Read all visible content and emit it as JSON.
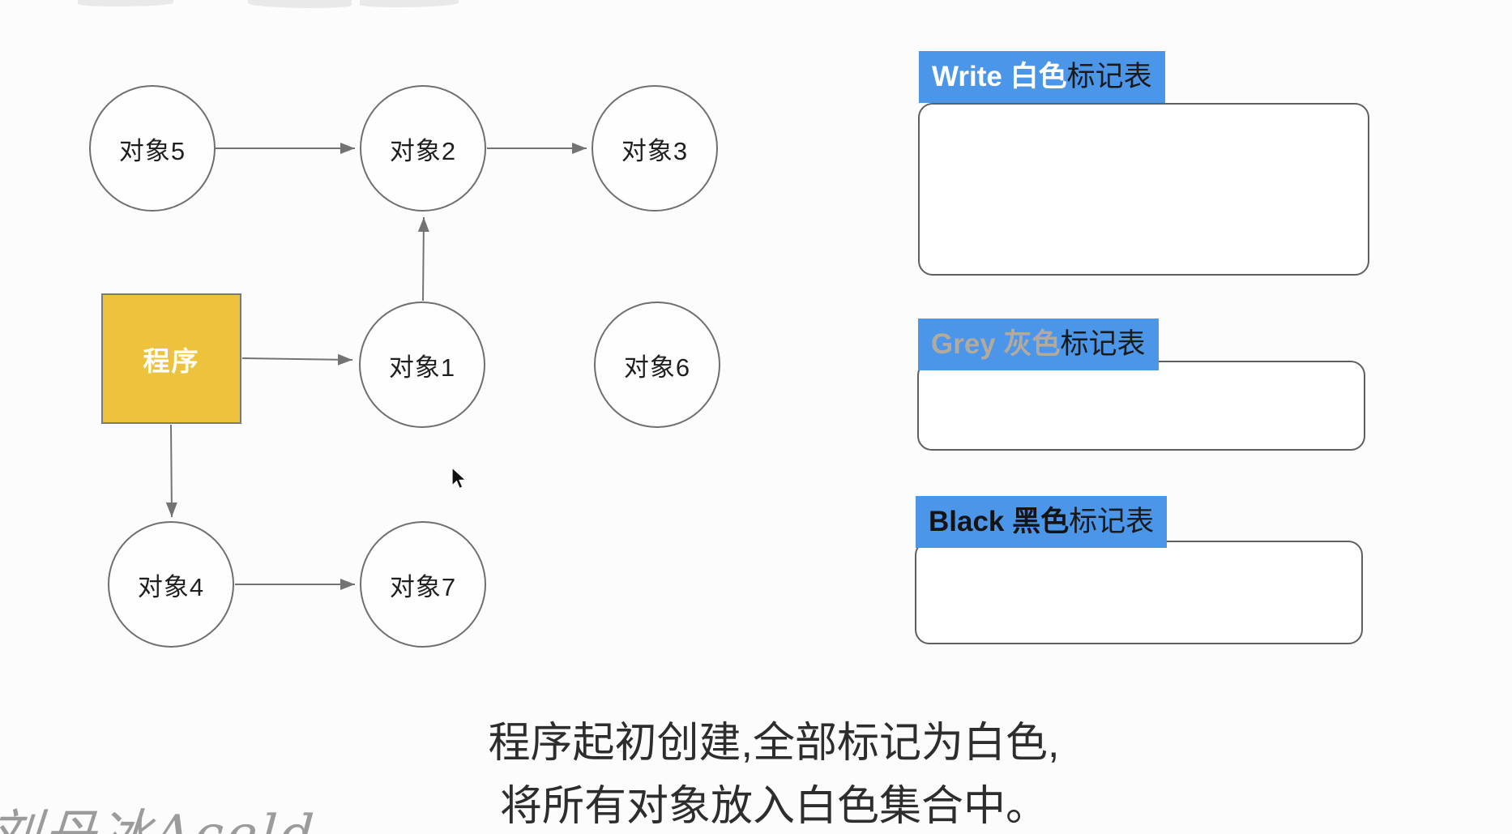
{
  "diagram": {
    "program_node": {
      "label": "程序"
    },
    "nodes": [
      {
        "id": "obj5",
        "label": "对象5"
      },
      {
        "id": "obj2",
        "label": "对象2"
      },
      {
        "id": "obj3",
        "label": "对象3"
      },
      {
        "id": "obj1",
        "label": "对象1"
      },
      {
        "id": "obj6",
        "label": "对象6"
      },
      {
        "id": "obj4",
        "label": "对象4"
      },
      {
        "id": "obj7",
        "label": "对象7"
      }
    ]
  },
  "tables": [
    {
      "name": "white-mark-table",
      "en": "Write 白色",
      "suffix": "标记表"
    },
    {
      "name": "grey-mark-table",
      "en": "Grey 灰色",
      "suffix": "标记表"
    },
    {
      "name": "black-mark-table",
      "en": "Black 黑色",
      "suffix": "标记表"
    }
  ],
  "caption": {
    "line1": "程序起初创建,全部标记为白色,",
    "line2": "将所有对象放入白色集合中。"
  },
  "watermark": {
    "text": "刘丹冰Aceld"
  },
  "colors": {
    "label_blue": "#4b96e8",
    "program_yellow": "#edc23d",
    "circle_border": "#6f6f6f",
    "grey_label_text": "#b3aa9e",
    "caption_text": "#2d2d2d"
  }
}
